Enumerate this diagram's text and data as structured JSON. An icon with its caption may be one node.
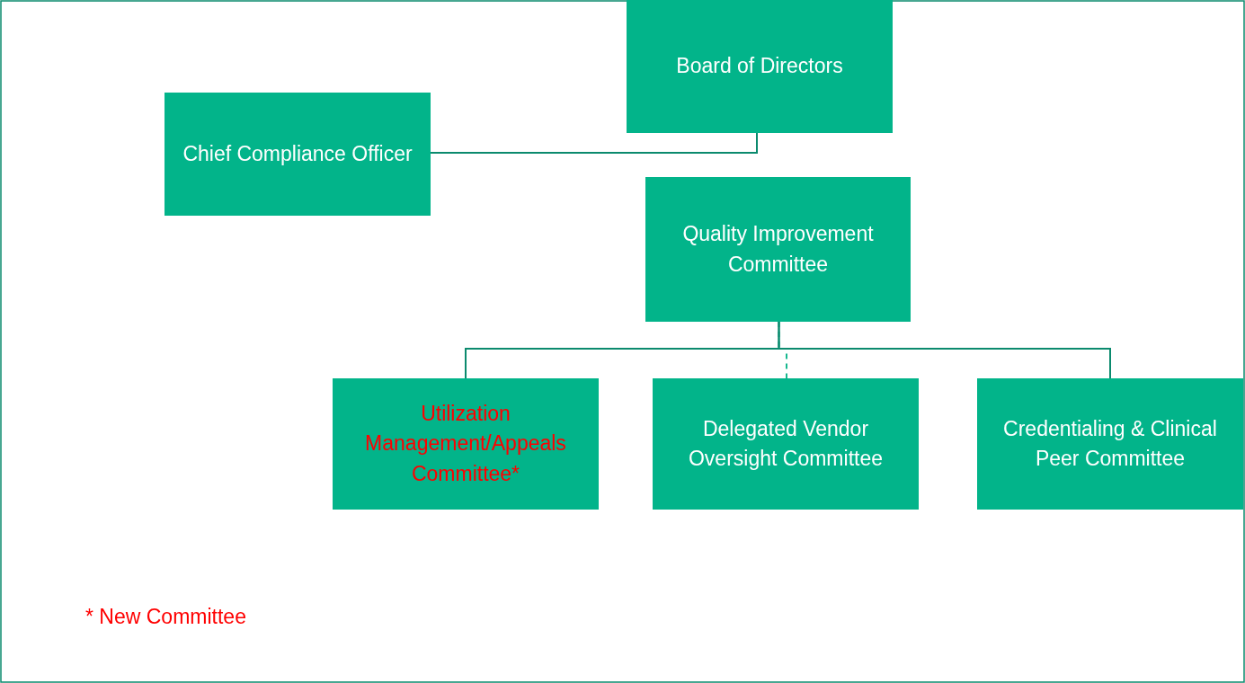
{
  "diagram": {
    "nodes": [
      {
        "text": [
          "Board of Directors"
        ]
      },
      {
        "text": [
          "Chief Compliance Officer"
        ]
      },
      {
        "text": [
          "Quality Improvement Committee"
        ]
      },
      {
        "text": [
          "Utilization Management/Appeals Committee*"
        ]
      },
      {
        "text": [
          "Delegated Vendor Oversight Committee"
        ]
      },
      {
        "text": [
          "Credentialing & Clinical Peer Committee"
        ]
      }
    ],
    "edges": [
      {
        "from": 0,
        "to": 1,
        "arrow": "none"
      },
      {
        "from": 2,
        "to": 3,
        "arrow": "none"
      },
      {
        "from": 2,
        "to": 4,
        "arrow": "none",
        "style": "dashed"
      },
      {
        "from": 2,
        "to": 5,
        "arrow": "none"
      }
    ],
    "labels": [
      "* New Committee"
    ]
  }
}
